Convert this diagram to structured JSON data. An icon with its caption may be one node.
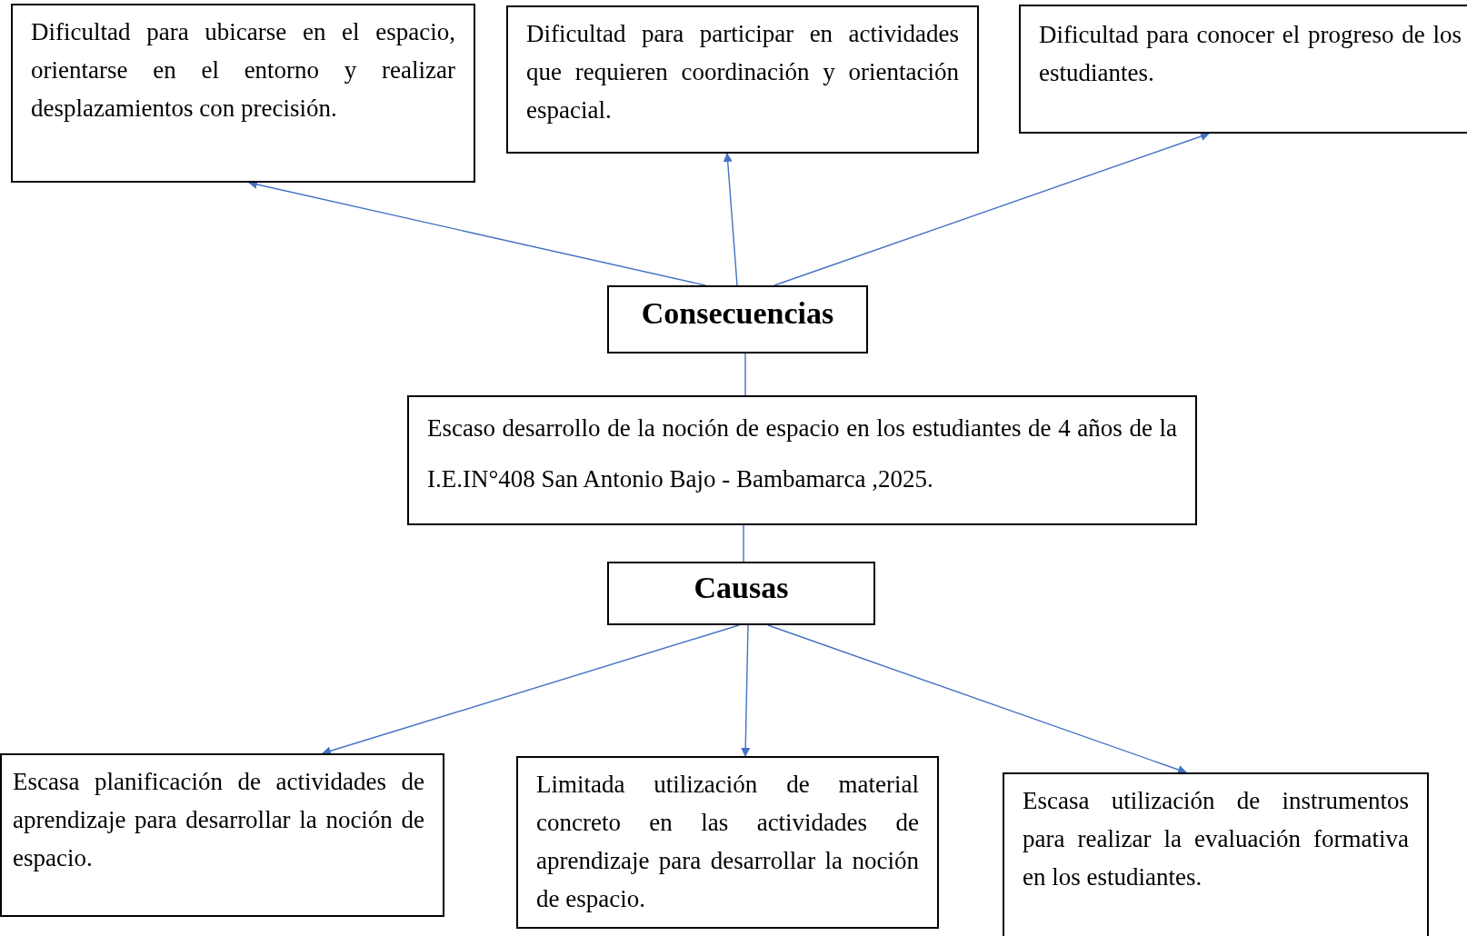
{
  "diagram": {
    "nodes": [
      {
        "text": [
          "Dificultad para ubicarse en el espacio, orientarse en el entorno y realizar desplazamientos con precisión."
        ]
      },
      {
        "text": [
          "Dificultad para participar en actividades que requieren coordinación y orientación espacial."
        ]
      },
      {
        "text": [
          "Dificultad para conocer el progreso de los estudiantes."
        ]
      },
      {
        "text": [
          "Consecuencias"
        ]
      },
      {
        "text": [
          "Escaso desarrollo de la noción de espacio en los estudiantes de 4 años de la I.E.IN°408 San Antonio Bajo - Bambamarca ,2025."
        ]
      },
      {
        "text": [
          "Causas"
        ]
      },
      {
        "text": [
          "Escasa planificación de actividades de aprendizaje para desarrollar la noción de espacio."
        ]
      },
      {
        "text": [
          "Limitada utilización de material concreto en las actividades de aprendizaje para desarrollar la noción de espacio."
        ]
      },
      {
        "text": [
          "Escasa utilización de instrumentos para realizar la evaluación formativa en los estudiantes."
        ]
      }
    ],
    "edges": [
      {
        "from": 3,
        "to": 0,
        "arrow": "to"
      },
      {
        "from": 3,
        "to": 1,
        "arrow": "to"
      },
      {
        "from": 3,
        "to": 2,
        "arrow": "to"
      },
      {
        "from": 3,
        "to": 4,
        "arrow": "none"
      },
      {
        "from": 4,
        "to": 5,
        "arrow": "none"
      },
      {
        "from": 5,
        "to": 6,
        "arrow": "to"
      },
      {
        "from": 5,
        "to": 7,
        "arrow": "to"
      },
      {
        "from": 5,
        "to": 8,
        "arrow": "to"
      }
    ]
  }
}
